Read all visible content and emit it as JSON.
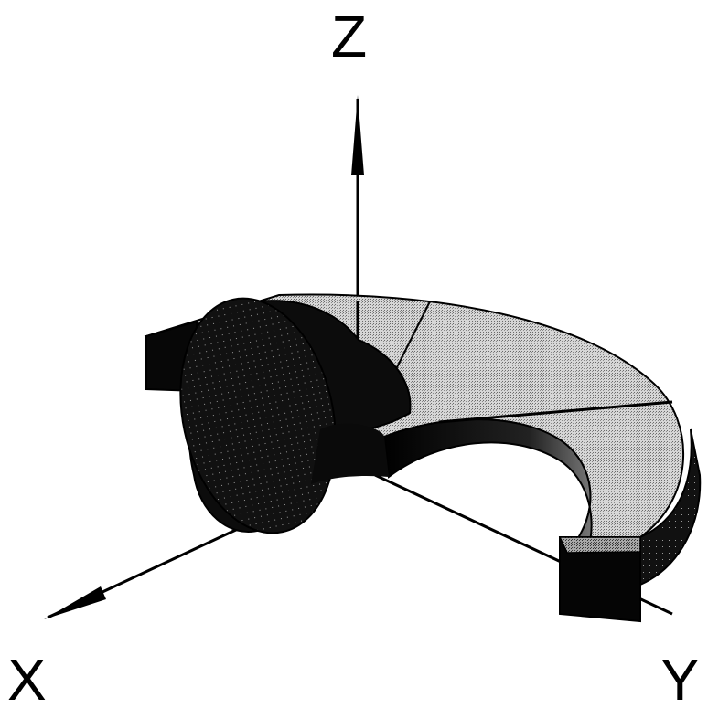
{
  "diagram": {
    "axes": {
      "z_label": "Z",
      "x_label": "X",
      "y_label": "Y"
    },
    "colors": {
      "ink": "#000000",
      "surface_light": "#bdbdbd",
      "surface_mid": "#8c8c8c",
      "surface_dark": "#1a1a1a",
      "background": "#ffffff"
    }
  }
}
